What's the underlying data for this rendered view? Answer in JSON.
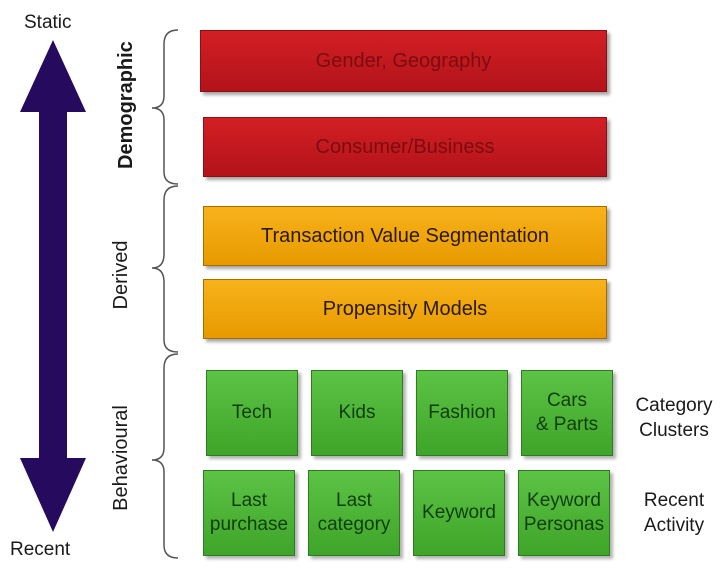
{
  "axis": {
    "top_label": "Static",
    "bottom_label": "Recent"
  },
  "groups": {
    "demographic": "Demographic",
    "derived": "Derived",
    "behavioural": "Behavioural"
  },
  "bars": {
    "gender_geography": "Gender, Geography",
    "consumer_business": "Consumer/Business",
    "transaction_value": "Transaction Value Segmentation",
    "propensity": "Propensity Models"
  },
  "row1": [
    "Tech",
    "Kids",
    "Fashion",
    "Cars\n& Parts"
  ],
  "row2": [
    "Last\npurchase",
    "Last\ncategory",
    "Keyword",
    "Keyword\nPersonas"
  ],
  "row_labels": {
    "row1": "Category\nClusters",
    "row2": "Recent\nActivity"
  },
  "colors": {
    "arrow": "#250a5e",
    "red": "#c8191e",
    "orange": "#f2a60c",
    "green": "#4db537"
  }
}
